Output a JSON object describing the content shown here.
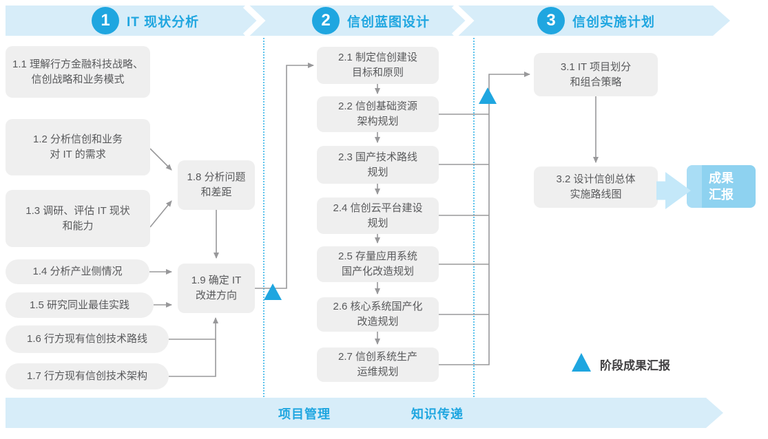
{
  "phases": [
    {
      "number": "1",
      "title": "IT 现状分析"
    },
    {
      "number": "2",
      "title": "信创蓝图设计"
    },
    {
      "number": "3",
      "title": "信创实施计划"
    }
  ],
  "steps": {
    "s11": "1.1 理解行方金融科技战略、\n信创战略和业务模式",
    "s12": "1.2 分析信创和业务\n对 IT 的需求",
    "s13": "1.3 调研、评估 IT 现状\n和能力",
    "s14": "1.4 分析产业侧情况",
    "s15": "1.5 研究同业最佳实践",
    "s16": "1.6 行方现有信创技术路线",
    "s17": "1.7 行方现有信创技术架构",
    "s18": "1.8 分析问题\n和差距",
    "s19": "1.9 确定 IT\n改进方向",
    "s21": "2.1 制定信创建设\n目标和原则",
    "s22": "2.2 信创基础资源\n架构规划",
    "s23": "2.3 国产技术路线\n规划",
    "s24": "2.4 信创云平台建设\n规划",
    "s25": "2.5 存量应用系统\n国产化改造规划",
    "s26": "2.6 核心系统国产化\n改造规划",
    "s27": "2.7 信创系统生产\n运维规划",
    "s31": "3.1 IT 项目划分\n和组合策略",
    "s32": "3.2 设计信创总体\n实施路线图"
  },
  "deliverable_label": "成果\n汇报",
  "legend_label": "阶段成果汇报",
  "footer": {
    "left_label": "项目管理",
    "right_label": "知识传递"
  },
  "colors": {
    "accent_blue": "#1FA6E0",
    "band_blue": "#D7EDF9",
    "box_gray": "#EFEFEF",
    "line_gray": "#98989A",
    "deliverable_blue": "#8ED2F0",
    "arrow_blue": "#C4E8F9"
  }
}
